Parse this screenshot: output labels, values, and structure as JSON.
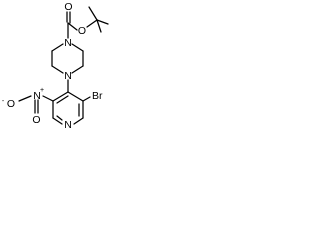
{
  "molecule": {
    "atoms": {
      "carbonyl_oxygen": "O",
      "ester_oxygen": "O",
      "piperazine_n_top": "N",
      "piperazine_n_bottom": "N",
      "bromine": "Br",
      "nitro_nitrogen": "N",
      "nitro_charge_plus": "+",
      "nitro_oxygen": "O",
      "nitro_charge_minus": "-",
      "nitro_oxygen_double": "O",
      "pyridine_nitrogen": "N"
    }
  }
}
